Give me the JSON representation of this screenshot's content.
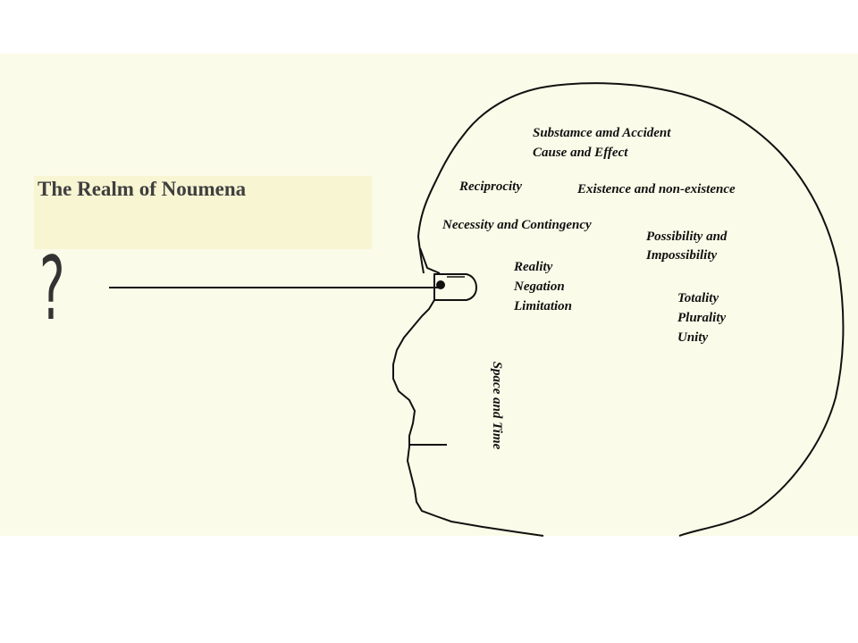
{
  "diagram": {
    "title": "The Realm of Noumena",
    "question_mark": "?",
    "categories": {
      "substance_accident": "Substamce amd Accident",
      "cause_effect": "Cause and Effect",
      "reciprocity": "Reciprocity",
      "existence": "Existence and non-existence",
      "necessity": "Necessity and Contingency",
      "possibility_line1": "Possibility and",
      "possibility_line2": "Impossibility",
      "reality": "Reality",
      "negation": "Negation",
      "limitation": "Limitation",
      "totality": "Totality",
      "plurality": "Plurality",
      "unity": "Unity"
    },
    "space_time": "Space and Time"
  }
}
